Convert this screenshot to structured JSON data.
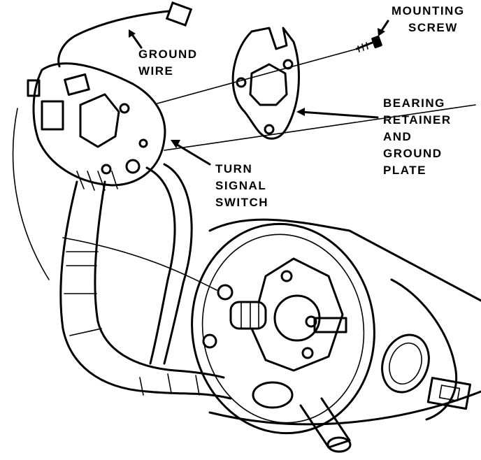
{
  "labels": {
    "mounting_screw": [
      "MOUNTING",
      "SCREW"
    ],
    "ground_wire": [
      "GROUND",
      "WIRE"
    ],
    "bearing_retainer": [
      "BEARING",
      "RETAINER",
      "AND",
      "GROUND",
      "PLATE"
    ],
    "turn_signal_switch": [
      "TURN",
      "SIGNAL",
      "SWITCH"
    ]
  },
  "colors": {
    "ink": "#000000",
    "paper": "#ffffff"
  }
}
